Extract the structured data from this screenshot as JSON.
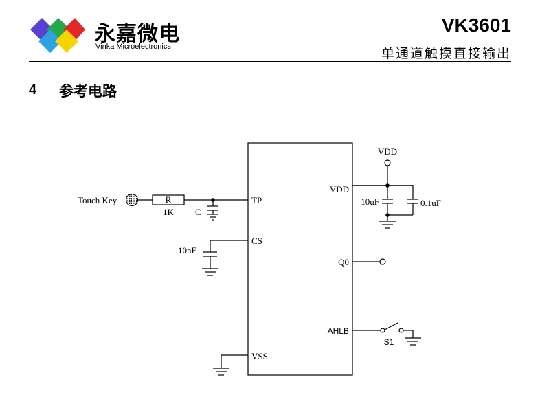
{
  "header": {
    "brand_cn": "永嘉微电",
    "brand_en": "Vinka Microelectronics",
    "part_number": "VK3601",
    "subtitle": "单通道触摸直接输出"
  },
  "section": {
    "number": "4",
    "title": "参考电路"
  },
  "logo_colors": [
    "#5b3fd1",
    "#27a84a",
    "#e0272a",
    "#2aa3e0",
    "#f5d400"
  ],
  "circuit": {
    "touch_key": "Touch Key",
    "resistor_name": "R",
    "resistor_value": "1K",
    "cap_c": "C",
    "cap_cs": "10nF",
    "pin_tp": "TP",
    "pin_cs": "CS",
    "pin_vss": "VSS",
    "pin_vdd": "VDD",
    "pin_q0": "Q0",
    "pin_ahlb": "AHLB",
    "vdd_label": "VDD",
    "cap_10uf": "10uF",
    "cap_01uf": "0.1uF",
    "switch_label": "S1"
  }
}
